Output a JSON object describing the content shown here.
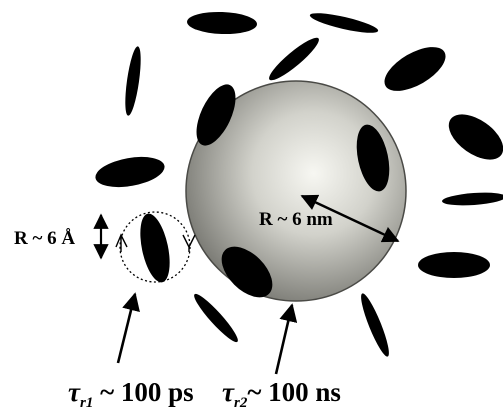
{
  "colors": {
    "background": "#ffffff",
    "ink": "#000000",
    "sphere_highlight": "#f7f7f2",
    "sphere_mid": "#c9c9c2",
    "sphere_edge": "#7a7a74"
  },
  "labels": {
    "small_radius": "R ~ 6 Å",
    "large_radius": "R ~ 6 nm",
    "tau1_symbol": "τ",
    "tau1_sub": "r1",
    "tau1_value": " ~ 100 ps",
    "tau2_symbol": "τ",
    "tau2_sub": "r2",
    "tau2_value": "~ 100 ns"
  },
  "icons": {
    "rotation_marks": [
      "arrow-left-icon",
      "arrow-right-icon"
    ],
    "double_arrow": "double-arrow-icon"
  }
}
